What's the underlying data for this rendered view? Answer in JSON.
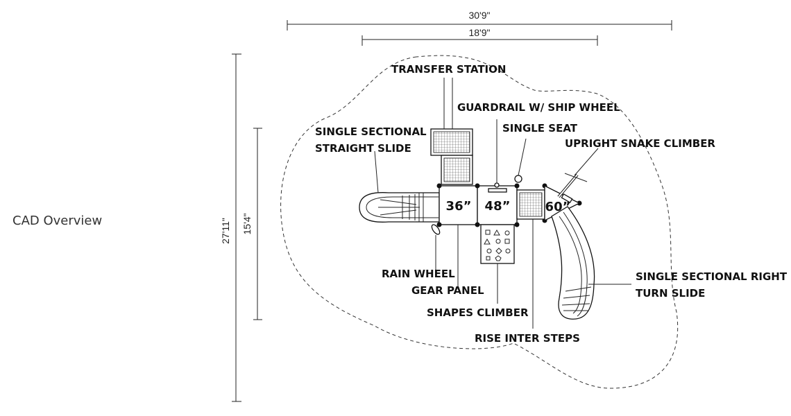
{
  "page_title": "CAD Overview",
  "dimensions": {
    "overall_width": "30'9\"",
    "inner_width": "18'9\"",
    "overall_depth": "27'11\"",
    "inner_depth": "15'4\""
  },
  "decks": [
    "36”",
    "48”",
    "60”"
  ],
  "labels": {
    "transfer_station": "TRANSFER STATION",
    "guardrail": "GUARDRAIL W/ SHIP WHEEL",
    "single_seat": "SINGLE SEAT",
    "upright_snake": "UPRIGHT SNAKE CLIMBER",
    "straight_slide_1": "SINGLE SECTIONAL",
    "straight_slide_2": "STRAIGHT SLIDE",
    "rain_wheel": "RAIN WHEEL",
    "gear_panel": "GEAR PANEL",
    "shapes_climber": "SHAPES CLIMBER",
    "rise_inter_steps": "RISE INTER STEPS",
    "right_turn_1": "SINGLE SECTIONAL RIGHT",
    "right_turn_2": "TURN SLIDE"
  }
}
